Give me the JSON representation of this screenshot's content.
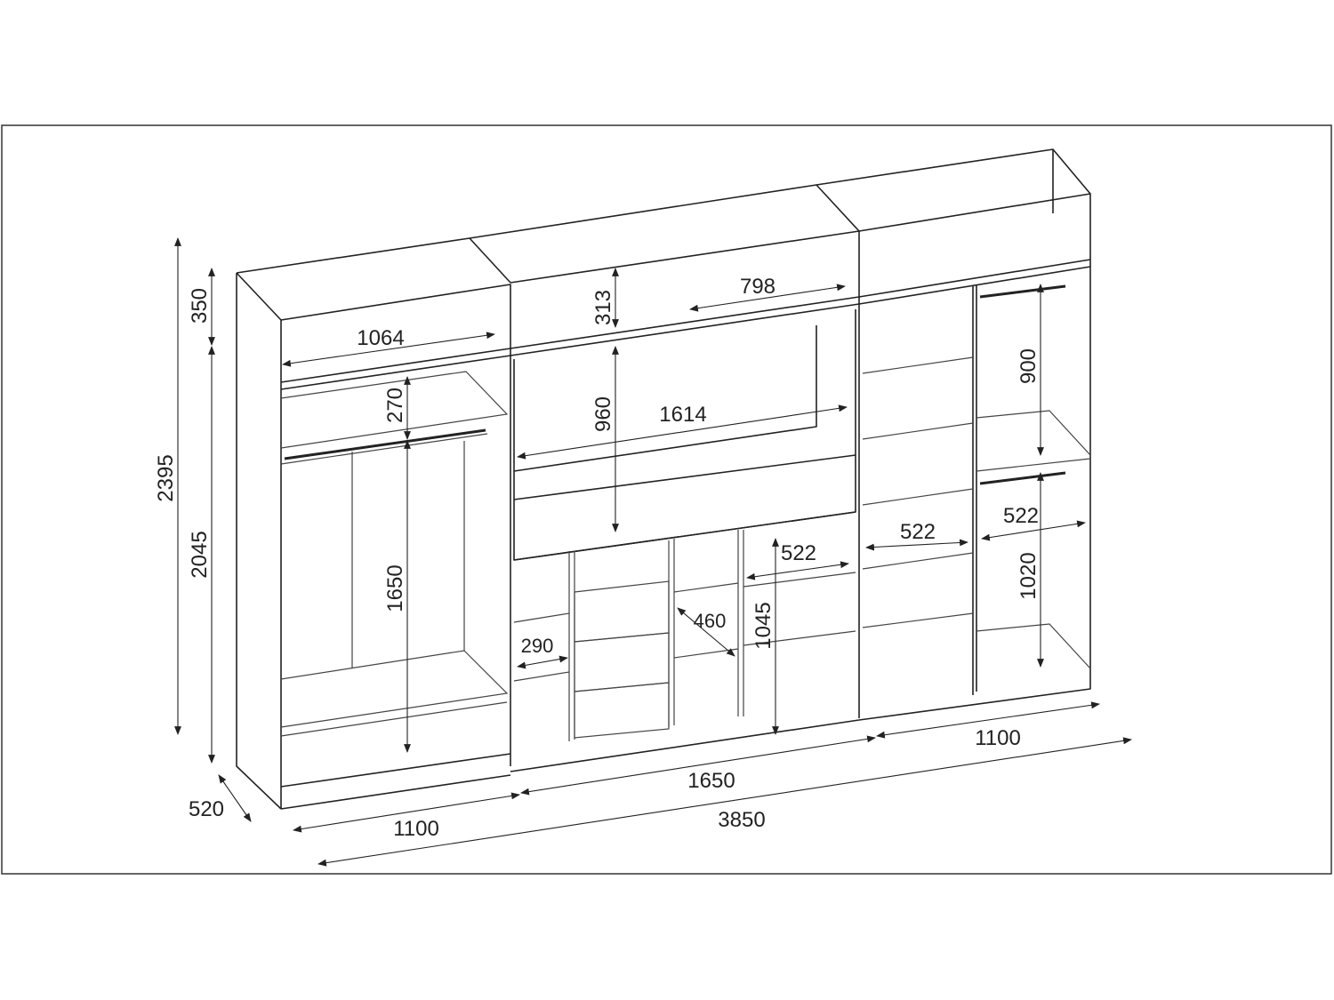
{
  "dimensions": {
    "total_height": "2395",
    "top_section_height": "350",
    "lower_height": "2045",
    "depth": "520",
    "left_width": "1100",
    "middle_width": "1650",
    "right_width": "1100",
    "total_width": "3850",
    "left_top_inner": "1064",
    "left_shelf_gap": "270",
    "left_hanging": "1650",
    "mid_top_height": "313",
    "mid_top_inner": "798",
    "mid_niche_height": "960",
    "mid_niche_width": "1614",
    "mid_lower_height": "1045",
    "mid_right_shelf": "522",
    "mid_shelf_460": "460",
    "mid_shelf_290": "290",
    "right_shelf_left": "522",
    "right_shelf_right": "522",
    "right_upper_hang": "900",
    "right_lower_hang": "1020"
  },
  "colors": {
    "line": "#222222",
    "frame": "#333333"
  }
}
